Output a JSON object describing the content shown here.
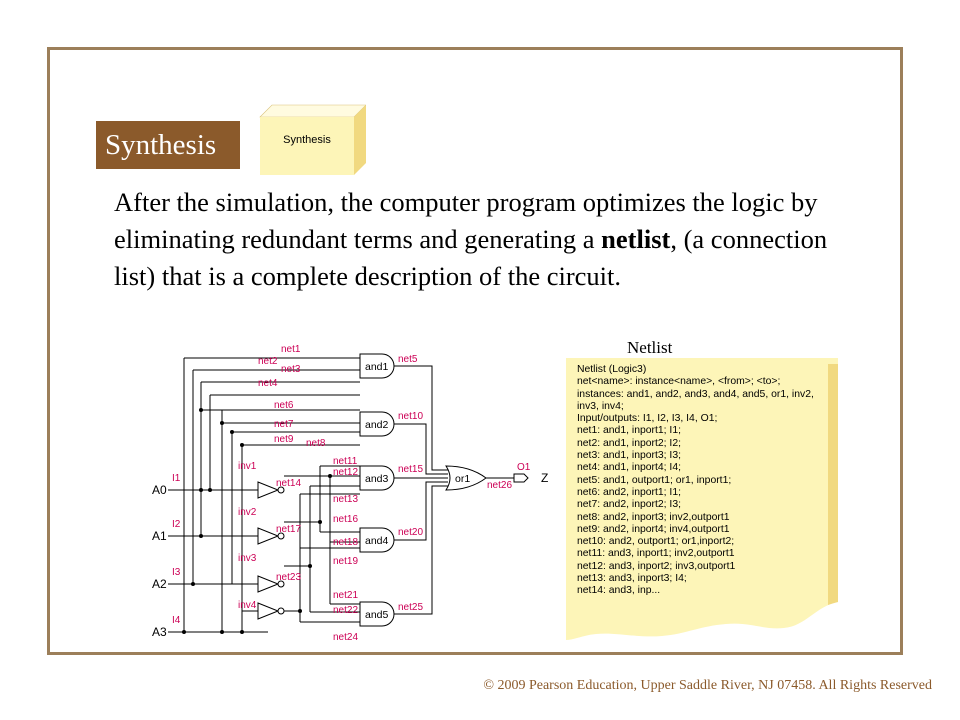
{
  "synthesis_label": "Synthesis",
  "synthesis_box_label": "Synthesis",
  "paragraph": {
    "part1": "After the simulation, the computer program optimizes the logic by eliminating redundant terms and generating a ",
    "bold": "netlist",
    "part2": ", (a connection list) that is a complete description of the circuit."
  },
  "netlist": {
    "title": "Netlist",
    "lines": [
      "Netlist (Logic3)",
      "net<name>: instance<name>, <from>; <to>;",
      "instances: and1, and2, and3, and4, and5, or1, inv2,",
      "inv3, inv4;",
      "Input/outputs: I1, I2, I3, I4, O1;",
      "net1: and1, inport1; I1;",
      "net2: and1, inport2; I2;",
      "net3: and1, inport3; I3;",
      "net4: and1, inport4; I4;",
      "net5: and1, outport1; or1, inport1;",
      "net6: and2, inport1; I1;",
      "net7: and2, inport2; I3;",
      "net8: and2, inport3; inv2,outport1",
      "net9: and2, inport4; inv4,outport1",
      "net10: and2, outport1; or1,inport2;",
      "net11: and3, inport1; inv2,outport1",
      "net12: and3, inport2; inv3,outport1",
      "net13: and3, inport3; I4;",
      "net14: and3, inp..."
    ]
  },
  "circuit": {
    "inputs": [
      {
        "signal": "A0",
        "port": "I1"
      },
      {
        "signal": "A1",
        "port": "I2"
      },
      {
        "signal": "A2",
        "port": "I3"
      },
      {
        "signal": "A3",
        "port": "I4"
      }
    ],
    "inverters": [
      "inv1",
      "inv2",
      "inv3",
      "inv4"
    ],
    "and_gates": [
      "and1",
      "and2",
      "and3",
      "and4",
      "and5"
    ],
    "or_gate": "or1",
    "output": {
      "port": "O1",
      "signal": "Z"
    },
    "net_labels": {
      "net1": "net1",
      "net2": "net2",
      "net3": "net3",
      "net4": "net4",
      "net5": "net5",
      "net6": "net6",
      "net7": "net7",
      "net8": "net8",
      "net9": "net9",
      "net10": "net10",
      "net11": "net11",
      "net12": "net12",
      "net13": "net13",
      "net14": "net14",
      "net15": "net15",
      "net16": "net16",
      "net17": "net17",
      "net18": "net18",
      "net19": "net19",
      "net20": "net20",
      "net21": "net21",
      "net22": "net22",
      "net23": "net23",
      "net24": "net24",
      "net25": "net25",
      "net26": "net26"
    }
  },
  "copyright": "© 2009 Pearson Education, Upper Saddle River, NJ 07458. All Rights Reserved",
  "colors": {
    "frame": "#9c7f5a",
    "label_bg": "#8b5a2b",
    "box_face": "#fdf5b8",
    "box_side": "#f1d980",
    "net_label": "#cc0055",
    "netlist_bg": "#fdf5b8",
    "copyright": "#8b5a2b"
  }
}
